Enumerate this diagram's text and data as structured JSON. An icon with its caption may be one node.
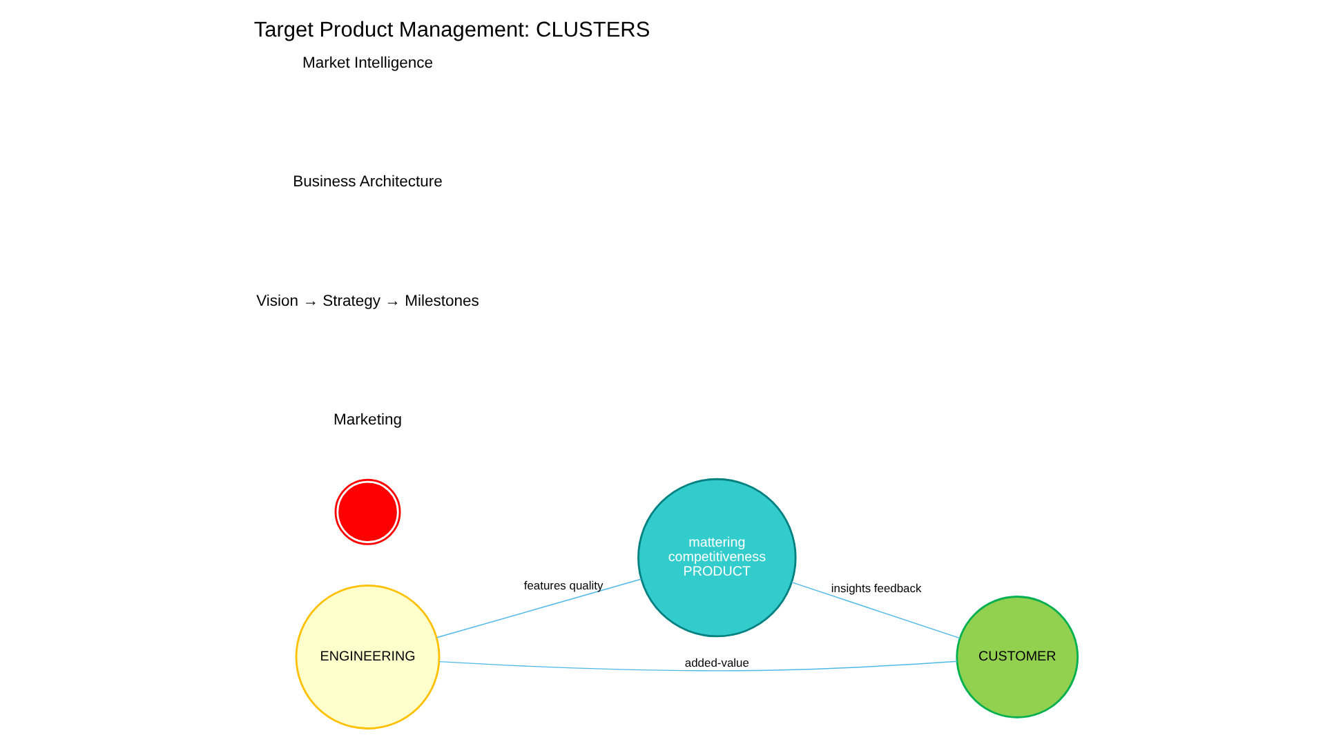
{
  "diagram": {
    "title": "Target Product Management: CLUSTERS",
    "nodes": [
      {
        "text": [
          "mattering",
          "competitiveness",
          "PRODUCT"
        ]
      },
      {
        "text": [
          "ENGINEERING"
        ]
      },
      {
        "text": [
          "CUSTOMER"
        ]
      },
      {
        "text": [],
        "shape": "picture"
      }
    ],
    "edges": [
      {
        "from": 1,
        "to": 0,
        "arrow": "none",
        "label": "features quality"
      },
      {
        "from": 0,
        "to": 2,
        "arrow": "none",
        "label": "insights feedback"
      },
      {
        "from": 1,
        "to": 2,
        "arrow": "none",
        "label": "added-value"
      }
    ],
    "labels": [
      "Market Intelligence",
      "Business Architecture",
      "Vision → Strategy → Milestones",
      "Marketing"
    ]
  }
}
